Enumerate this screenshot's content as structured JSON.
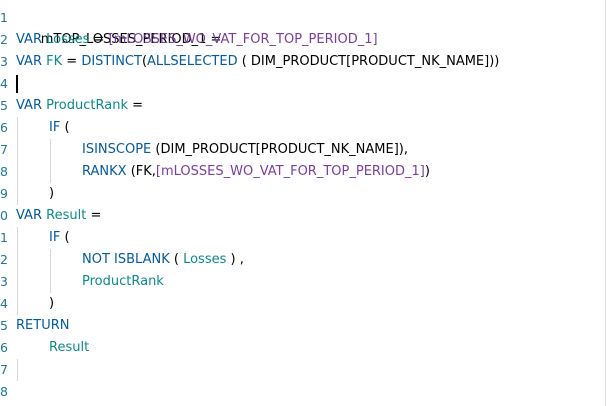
{
  "editor": {
    "colors": {
      "keyword": "#035a9c",
      "variable": "#0c8a8a",
      "measure": "#7a3e9d",
      "line_number": "#237893",
      "text": "#000000"
    },
    "line_numbers": [
      "1",
      "2",
      "3",
      "4",
      "5",
      "6",
      "7",
      "8",
      "9",
      "0",
      "1",
      "2",
      "3",
      "4",
      "5",
      "6",
      "7",
      "8"
    ],
    "code": {
      "l1": {
        "t0": "mTOP_LOSSES_PERIOD_1 ="
      },
      "l2": {
        "t0": "VAR",
        "t1": " ",
        "t2": "Losses",
        "t3": " = ",
        "t4": "[mLOSSES_WO_VAT_FOR_TOP_PERIOD_1]"
      },
      "l3": {
        "t0": "VAR",
        "t1": " ",
        "t2": "FK",
        "t3": " = ",
        "t4": "DISTINCT",
        "t5": "(",
        "t6": "ALLSELECTED",
        "t7": " ( DIM_PRODUCT[PRODUCT_NK_NAME]))"
      },
      "l5": {
        "t0": "VAR",
        "t1": " ",
        "t2": "ProductRank",
        "t3": " ="
      },
      "l6": {
        "t0": "IF",
        "t1": " ("
      },
      "l7": {
        "t0": "ISINSCOPE",
        "t1": " (DIM_PRODUCT[PRODUCT_NK_NAME]),"
      },
      "l8": {
        "t0": "RANKX",
        "t1": " (FK,",
        "t2": "[mLOSSES_WO_VAT_FOR_TOP_PERIOD_1]",
        "t3": ")"
      },
      "l9": {
        "t0": ")"
      },
      "l10": {
        "t0": "VAR",
        "t1": " ",
        "t2": "Result",
        "t3": " ="
      },
      "l11": {
        "t0": "IF",
        "t1": " ("
      },
      "l12": {
        "t0": "NOT",
        "t1": " ",
        "t2": "ISBLANK",
        "t3": " ( ",
        "t4": "Losses",
        "t5": " ) ,"
      },
      "l13": {
        "t0": "ProductRank"
      },
      "l14": {
        "t0": ")"
      },
      "l15": {
        "t0": "RETURN"
      },
      "l16": {
        "t0": "Result"
      }
    }
  }
}
